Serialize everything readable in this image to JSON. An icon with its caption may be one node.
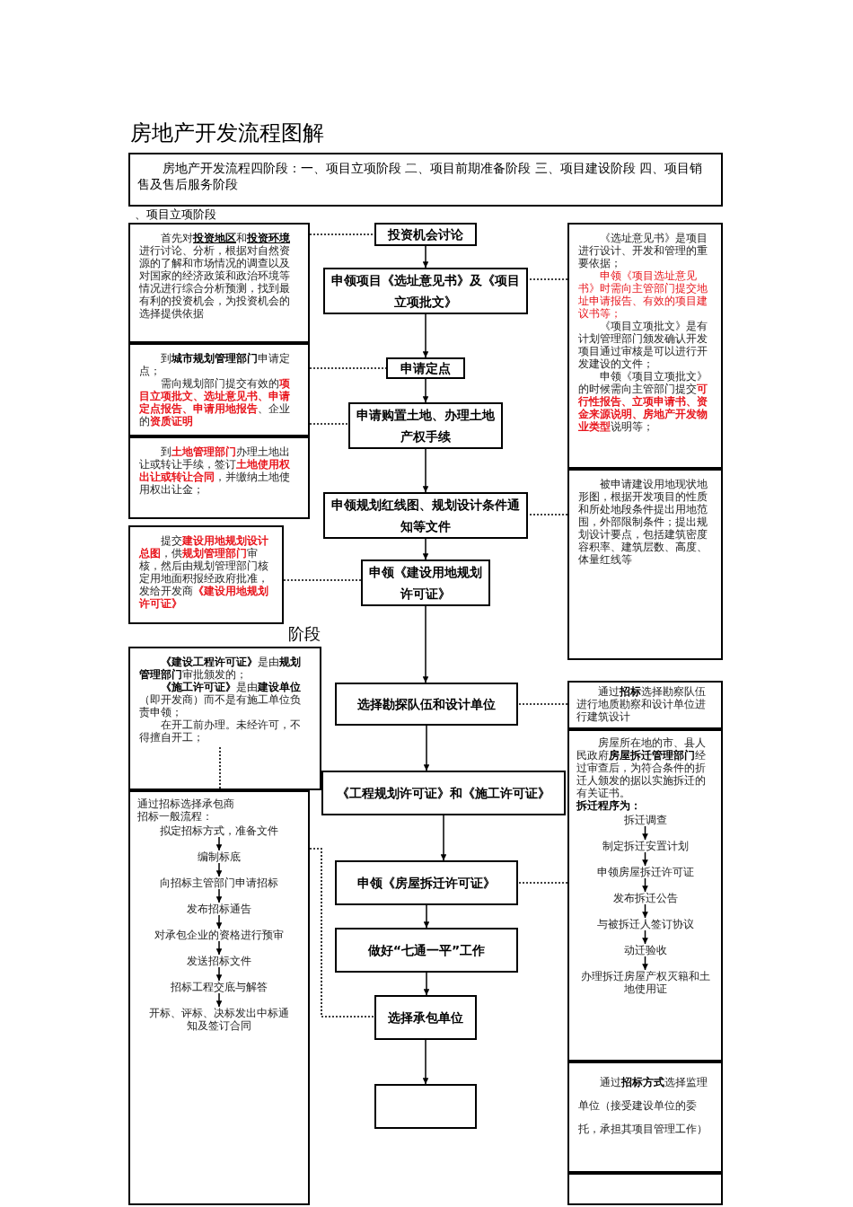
{
  "diagram": {
    "title": "房地产开发流程图解",
    "nodes": [
      {
        "text": [
          "房地产开发流程四阶段：一、项目立项阶段 二、项目前期准备阶段 三、项目建设阶段 四、项目销售及售后服务阶段"
        ]
      },
      {
        "text": [
          "投资机会讨论"
        ]
      },
      {
        "text": [
          "申领项目《选址意见书》及《项目立项批文》"
        ]
      },
      {
        "text": [
          "申请定点"
        ]
      },
      {
        "text": [
          "申请购置土地、办理土地产权手续"
        ]
      },
      {
        "text": [
          "申领规划红线图、规划设计条件通知等文件"
        ]
      },
      {
        "text": [
          "申领《建设用地规划许可证》"
        ]
      },
      {
        "text": [
          "选择勘探队伍和设计单位"
        ]
      },
      {
        "text": [
          "《工程规划许可证》和《施工许可证》"
        ]
      },
      {
        "text": [
          "申领《房屋拆迁许可证》"
        ]
      },
      {
        "text": [
          "做好“七通一平”工作"
        ]
      },
      {
        "text": [
          "选择承包单位"
        ]
      },
      {
        "text": [],
        "shape": "box"
      },
      {
        "text": [
          "首先对**投资地区**和**投资环境**进行讨论、分析，根据对自然资源的了解和市场情况的调查以及对国家的经济政策和政治环境等情况进行综合分析预测，找到最有利的投资机会，为投资机会的选择提供依据"
        ]
      },
      {
        "text": [
          "到**城市规划管理部门**申请定点；",
          "需向规划部门提交有效的**项目立项批文、选址意见书、申请定点报告、申请用地报告**、企业的**资质证明**"
        ]
      },
      {
        "text": [
          "到**土地管理部门**办理土地出让或转让手续，签订**土地使用权出让或转让合同**，并缴纳土地使用权出让金；"
        ]
      },
      {
        "text": [
          "提交**建设用地规划设计总图**，供**规划管理部门**审核，然后由规划管理部门核定用地面积报经政府批准，发给开发商**《建设用地规划许可证》**"
        ]
      },
      {
        "text": [
          "**《建设工程许可证》**是由**规划管理部门**审批颁发的；",
          "**《施工许可证》**是由**建设单位**（即开发商）而不是有施工单位负责申领；",
          "在开工前办理。未经许可，不得擅自开工；"
        ]
      },
      {
        "text": [
          "通过招标选择承包商",
          "招标一般流程："
        ]
      },
      {
        "text": [
          "拟定招标方式，准备文件"
        ],
        "in": 18
      },
      {
        "text": [
          "编制标底"
        ],
        "in": 18
      },
      {
        "text": [
          "向招标主管部门申请招标"
        ],
        "in": 18
      },
      {
        "text": [
          "发布招标通告"
        ],
        "in": 18
      },
      {
        "text": [
          "对承包企业的资格进行预审"
        ],
        "in": 18
      },
      {
        "text": [
          "发送招标文件"
        ],
        "in": 18
      },
      {
        "text": [
          "招标工程交底与解答"
        ],
        "in": 18
      },
      {
        "text": [
          "开标、评标、决标发出中标通知及签订合同"
        ],
        "in": 18
      },
      {
        "text": [
          "《选址意见书》是项目进行设计、开发和管理的重要依据；",
          "申领《项目选址意见书》时需向主管部门提交地址申请报告、有效的项目建议书等；",
          "《项目立项批文》是有计划管理部门颁发确认开发项目通过审核是可以进行开发建设的文件；",
          "申领《项目立项批文》的时候需向主管部门提交**可行性报告、立项申请书、资金来源说明、房地产开发物业类型**说明等；"
        ]
      },
      {
        "text": [
          "被申请建设用地现状地形图，根据开发项目的性质和所处地段条件提出用地范围，外部限制条件；提出规划设计要点，包括建筑密度容积率、建筑层数、高度、体量红线等"
        ]
      },
      {
        "text": [
          "通过**招标**选择勘察队伍进行地质勘察和设计单位进行建筑设计"
        ]
      },
      {
        "text": [
          "房屋所在地的市、县人民政府**房屋拆迁管理部门**经过审查后，为符合条件的折迁人颁发的据以实施拆迁的有关证书。",
          "拆迁程序为："
        ]
      },
      {
        "text": [
          "拆迁调查"
        ],
        "in": 30
      },
      {
        "text": [
          "制定拆迁安置计划"
        ],
        "in": 30
      },
      {
        "text": [
          "申领房屋拆迁许可证"
        ],
        "in": 30
      },
      {
        "text": [
          "发布拆迁公告"
        ],
        "in": 30
      },
      {
        "text": [
          "与被拆迁人签订协议"
        ],
        "in": 30
      },
      {
        "text": [
          "动迁验收"
        ],
        "in": 30
      },
      {
        "text": [
          "办理拆迁房屋产权灭籍和土地使用证"
        ],
        "in": 30
      },
      {
        "text": [
          "通过**招标方式**选择监理单位（接受建设单位的委托，承担其项目管理工作）"
        ]
      },
      {
        "text": [],
        "shape": "box"
      }
    ],
    "edges": [
      {
        "from": 1,
        "to": 2,
        "arrow": "to"
      },
      {
        "from": 2,
        "to": 3,
        "arrow": "to"
      },
      {
        "from": 3,
        "to": 4,
        "arrow": "to"
      },
      {
        "from": 4,
        "to": 5,
        "arrow": "to"
      },
      {
        "from": 5,
        "to": 6,
        "arrow": "to"
      },
      {
        "from": 6,
        "to": 7,
        "arrow": "to"
      },
      {
        "from": 7,
        "to": 8,
        "arrow": "to"
      },
      {
        "from": 8,
        "to": 9,
        "arrow": "to"
      },
      {
        "from": 9,
        "to": 10,
        "arrow": "to"
      },
      {
        "from": 10,
        "to": 11,
        "arrow": "to"
      },
      {
        "from": 11,
        "to": 12,
        "arrow": "to"
      },
      {
        "from": 13,
        "to": 1,
        "arrow": "none",
        "style": "dashed"
      },
      {
        "from": 27,
        "to": 2,
        "arrow": "none",
        "style": "dashed"
      },
      {
        "from": 14,
        "to": 3,
        "arrow": "none",
        "style": "dashed"
      },
      {
        "from": 15,
        "to": 4,
        "arrow": "none",
        "style": "dashed"
      },
      {
        "from": 28,
        "to": 5,
        "arrow": "none",
        "style": "dashed"
      },
      {
        "from": 16,
        "to": 6,
        "arrow": "none",
        "style": "dashed"
      },
      {
        "from": 29,
        "to": 7,
        "arrow": "none",
        "style": "dashed"
      },
      {
        "from": 17,
        "to": 18,
        "arrow": "none",
        "style": "dashed"
      },
      {
        "from": 30,
        "to": 9,
        "arrow": "none",
        "style": "dashed"
      },
      {
        "from": 18,
        "to": 11,
        "arrow": "none",
        "style": "dashed"
      },
      {
        "from": 19,
        "to": 20,
        "arrow": "to"
      },
      {
        "from": 20,
        "to": 21,
        "arrow": "to"
      },
      {
        "from": 21,
        "to": 22,
        "arrow": "to"
      },
      {
        "from": 22,
        "to": 23,
        "arrow": "to"
      },
      {
        "from": 23,
        "to": 24,
        "arrow": "to"
      },
      {
        "from": 24,
        "to": 25,
        "arrow": "to"
      },
      {
        "from": 25,
        "to": 26,
        "arrow": "to"
      },
      {
        "from": 31,
        "to": 32,
        "arrow": "to"
      },
      {
        "from": 32,
        "to": 33,
        "arrow": "to"
      },
      {
        "from": 33,
        "to": 34,
        "arrow": "to"
      },
      {
        "from": 34,
        "to": 35,
        "arrow": "to"
      },
      {
        "from": 35,
        "to": 36,
        "arrow": "to"
      },
      {
        "from": 36,
        "to": 37,
        "arrow": "to"
      }
    ],
    "labels": [
      "、项目立项阶段",
      "阶段"
    ]
  }
}
